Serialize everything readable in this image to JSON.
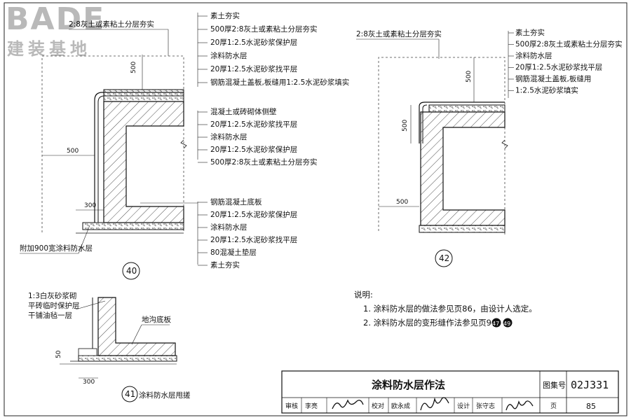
{
  "watermark": {
    "brand": "BADE",
    "subtitle": "建装基地"
  },
  "detail_40": {
    "id": "40",
    "top_labels": [
      "素土夯实",
      "500厚2:8灰土或素粘土分层夯实",
      "20厚1:2.5水泥砂浆保护层",
      "涂料防水层",
      "20厚1:2.5水泥砂浆找平层",
      "钢筋混凝土盖板,板缝用1:2.5水泥砂浆填实"
    ],
    "wall_labels": [
      "混凝土或砖砌体侧壁",
      "20厚1:2.5水泥砂浆找平层",
      "涂料防水层",
      "20厚1:2.5水泥砂浆保护层",
      "500厚2:8灰土或素粘土分层夯实"
    ],
    "bottom_labels": [
      "钢筋混凝土底板",
      "20厚1:2.5水泥砂浆保护层",
      "涂料防水层",
      "20厚1:2.5水泥砂浆找平层",
      "80混凝土垫层",
      "素土夯实"
    ],
    "top_note": "2:8灰土或素粘土分层夯实",
    "side_note": "附加900宽涂料防水层",
    "dim_500_v": "500",
    "dim_500_h": "500",
    "dim_300": "300"
  },
  "detail_42": {
    "id": "42",
    "top_note": "2:8灰土或素粘土分层夯实",
    "labels": [
      "素土夯实",
      "500厚2:8灰土或素粘土分层夯实",
      "涂料防水层",
      "20厚1:2.5水泥砂浆找平层",
      "钢筋混凝土盖板,板缝用",
      "1:2.5水泥砂浆填实"
    ],
    "dim_500_v_top": "500",
    "dim_500_v": "500",
    "dim_500_h": "500"
  },
  "detail_41": {
    "id": "41",
    "labels": [
      "1:3白灰砂浆砌",
      "平砖临时保护层",
      "干铺油毡一层"
    ],
    "trench_label": "地沟底板",
    "dim_50": "50",
    "dim_300": "300",
    "caption": "涂料防水层甩搓"
  },
  "notes": {
    "heading": "说明:",
    "items": [
      "1. 涂料防水层的做法参见页86，由设计人选定。",
      "2. 涂料防水层的变形缝作法参见页90"
    ],
    "refs": [
      "47",
      "49"
    ]
  },
  "title_block": {
    "title": "涂料防水层作法",
    "atlas_label": "图集号",
    "atlas_no": "02J331",
    "review_label": "审核",
    "review_name": "李亮",
    "check_label": "校对",
    "check_name": "欧永成",
    "design_label": "设计",
    "design_name": "张守志",
    "page_label": "页",
    "page_no": "85"
  }
}
